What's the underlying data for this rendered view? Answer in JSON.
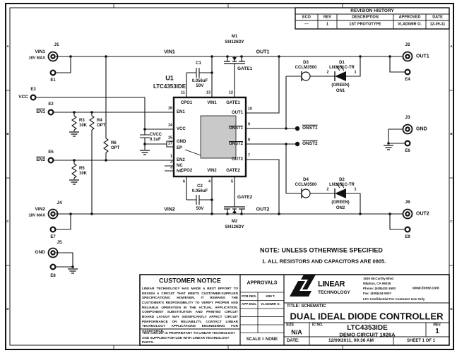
{
  "sheet": {
    "zones": [
      "A",
      "B",
      "C",
      "D"
    ]
  },
  "revision_history": {
    "title": "REVISION HISTORY",
    "headers": [
      "ECO",
      "REV",
      "DESCRIPTION",
      "APPROVED",
      "DATE"
    ],
    "rows": [
      {
        "eco": "—",
        "rev": "1",
        "description": "1ST PROTOTYPE",
        "approved": "VLADIMIR O.",
        "date": "12-09-11"
      }
    ]
  },
  "note": {
    "title": "NOTE: UNLESS OTHERWISE SPECIFIED",
    "item1": "1.  ALL RESISTORS AND CAPACITORS ARE 0805."
  },
  "schematic": {
    "u1": {
      "ref": "U1",
      "part": "LTC4353IDE",
      "pins_left": [
        {
          "num": "16",
          "name": "EN1"
        },
        {
          "num": "14",
          "name": "VCC"
        },
        {
          "num": "15",
          "name": "GND"
        },
        {
          "num": "17",
          "name": "EP"
        },
        {
          "num": "1",
          "name": "EN2"
        },
        {
          "num": "2",
          "name": "NC"
        },
        {
          "num": "3",
          "name": "NC"
        }
      ],
      "pins_top": [
        {
          "num": "11",
          "name": "CPO1"
        },
        {
          "num": "13",
          "name": "VIN1"
        },
        {
          "num": "12",
          "name": "GATE1"
        }
      ],
      "pins_right": [
        {
          "num": "10",
          "name": "OUT1"
        },
        {
          "num": "9",
          "name": "ONST1"
        },
        {
          "num": "8",
          "name": "ONST2"
        },
        {
          "num": "7",
          "name": "OUT2"
        }
      ],
      "pins_bottom": [
        {
          "num": "6",
          "name": "CPO2"
        },
        {
          "num": "4",
          "name": "VIN2"
        },
        {
          "num": "5",
          "name": "GATE2"
        }
      ]
    },
    "connectors": {
      "j1": {
        "ref": "J1",
        "net": "VIN1",
        "rating": "18V MAX"
      },
      "e1": {
        "ref": "E1"
      },
      "e3": {
        "ref": "E3",
        "net": "VCC"
      },
      "e2": {
        "ref": "E2",
        "net": "EN1"
      },
      "e5": {
        "ref": "E5",
        "net": "EN2"
      },
      "j4": {
        "ref": "J4",
        "net": "VIN2",
        "rating": "18V MAX"
      },
      "e7": {
        "ref": "E7"
      },
      "j5": {
        "ref": "J5",
        "net": "GND"
      },
      "e8": {
        "ref": "E8"
      },
      "j2": {
        "ref": "J2",
        "net": "OUT1"
      },
      "e4": {
        "ref": "E4"
      },
      "j3": {
        "ref": "J3",
        "net": "GND"
      },
      "e6": {
        "ref": "E6"
      },
      "j6": {
        "ref": "J6",
        "net": "OUT2"
      },
      "e9": {
        "ref": "E9"
      },
      "tp1": {
        "net": "ONST1"
      },
      "tp2": {
        "net": "ONST2"
      }
    },
    "resistors": {
      "r3": {
        "ref": "R3",
        "value": "10K"
      },
      "r4": {
        "ref": "R4",
        "value": "OPT"
      },
      "r5": {
        "ref": "R5",
        "value": "10K"
      },
      "r6": {
        "ref": "R6",
        "value": "OPT"
      }
    },
    "capacitors": {
      "c1": {
        "ref": "C1",
        "value": "0.056uF",
        "voltage": "50V"
      },
      "c2": {
        "ref": "C2",
        "value": "0.056uF",
        "voltage": "50V"
      },
      "cvcc": {
        "ref": "CVCC",
        "value": "0.1uF"
      }
    },
    "mosfets": {
      "m1": {
        "ref": "M1",
        "part": "SI4126DY"
      },
      "m2": {
        "ref": "M2",
        "part": "SI4126DY"
      }
    },
    "diodes": {
      "d3": {
        "ref": "D3",
        "part": "CCLM3500"
      },
      "d1": {
        "ref": "D1",
        "part": "LN1351C-TR",
        "color": "(GREEN)",
        "label": "ON1",
        "pin2": "2",
        "pin1": "1"
      },
      "d4": {
        "ref": "D4",
        "part": "CCLM3500"
      },
      "d2": {
        "ref": "D2",
        "part": "LN1351C-TR",
        "color": "(GREEN)",
        "label": "ON2",
        "pin2": "2",
        "pin1": "1"
      }
    },
    "nets": {
      "vin1": "VIN1",
      "out1": "OUT1",
      "gate1": "GATE1",
      "vin2": "VIN2",
      "out2": "OUT2",
      "gate2": "GATE2"
    }
  },
  "title_block": {
    "customer_notice": {
      "title": "CUSTOMER NOTICE",
      "body": "LINEAR TECHNOLOGY HAS MADE A BEST EFFORT TO DESIGN A CIRCUIT THAT MEETS CUSTOMER-SUPPLIED SPECIFICATIONS; HOWEVER, IT REMAINS THE CUSTOMER'S RESPONSIBILITY TO VERIFY PROPER AND RELIABLE OPERATION IN THE ACTUAL APPLICATION.  COMPONENT SUBSTITUTION AND PRINTED CIRCUIT BOARD LAYOUT MAY SIGNIFICANTLY AFFECT CIRCUIT PERFORMANCE OR RELIABILITY.  CONTACT LINEAR TECHNOLOGY APPLICATIONS ENGINEERING FOR ASSISTANCE.",
      "footer": "THIS CIRCUIT IS PROPRIETARY TO LINEAR TECHNOLOGY AND SUPPLIED FOR USE WITH LINEAR TECHNOLOGY PARTS."
    },
    "approvals": {
      "title": "APPROVALS",
      "rows": [
        {
          "label": "PCB DES.",
          "value": "KIM T."
        },
        {
          "label": "APP ENG.",
          "value": "VLADIMIR O."
        }
      ],
      "scale": "SCALE = NONE"
    },
    "company": {
      "brand1": "LINEAR",
      "brand2": "TECHNOLOGY",
      "address1": "1630 McCarthy Blvd.",
      "address2": "Milpitas, CA 95035",
      "phone": "Phone: (408)432-1900",
      "web": "www.linear.com",
      "fax": "Fax: (408)434-0507",
      "confidential": "LTC Confidential-For Customer Use Only"
    },
    "title_label": "TITLE: SCHEMATIC",
    "title": "DUAL IDEAL DIODE CONTROLLER",
    "size_label": "SIZE",
    "size_value": "N/A",
    "icno_label": "IC NO.",
    "part": "LTC4353IDE",
    "circuit": "DEMO CIRCUIT 1926A",
    "rev_label": "REV.",
    "rev_value": "1",
    "date_label": "DATE:",
    "date_value": "12/09/2011, 09:36 AM",
    "sheet_text": "SHEET  1  OF  1"
  }
}
